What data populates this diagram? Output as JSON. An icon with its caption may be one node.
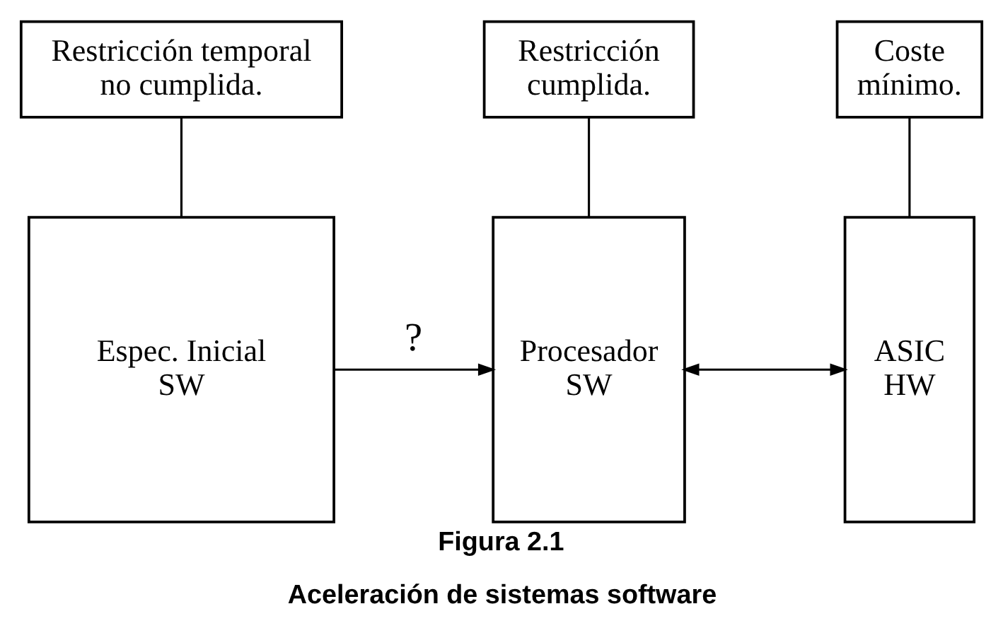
{
  "diagram": {
    "caption": "Figura 2.1",
    "nodes": [
      {
        "text": [
          "Restricción temporal no cumplida."
        ]
      },
      {
        "text": [
          "Restricción cumplida."
        ]
      },
      {
        "text": [
          "Coste mínimo."
        ]
      },
      {
        "text": [
          "Espec. Inicial SW"
        ]
      },
      {
        "text": [
          "Procesador SW"
        ]
      },
      {
        "text": [
          "ASIC HW"
        ]
      }
    ],
    "edges": [
      {
        "from": 0,
        "to": 3,
        "arrow": "none"
      },
      {
        "from": 1,
        "to": 4,
        "arrow": "none"
      },
      {
        "from": 2,
        "to": 5,
        "arrow": "none"
      },
      {
        "from": 3,
        "to": 4,
        "arrow": "to",
        "label": "?"
      },
      {
        "from": 4,
        "to": 5,
        "arrow": "both"
      }
    ],
    "labels": [
      "Aceleración de sistemas software"
    ]
  }
}
